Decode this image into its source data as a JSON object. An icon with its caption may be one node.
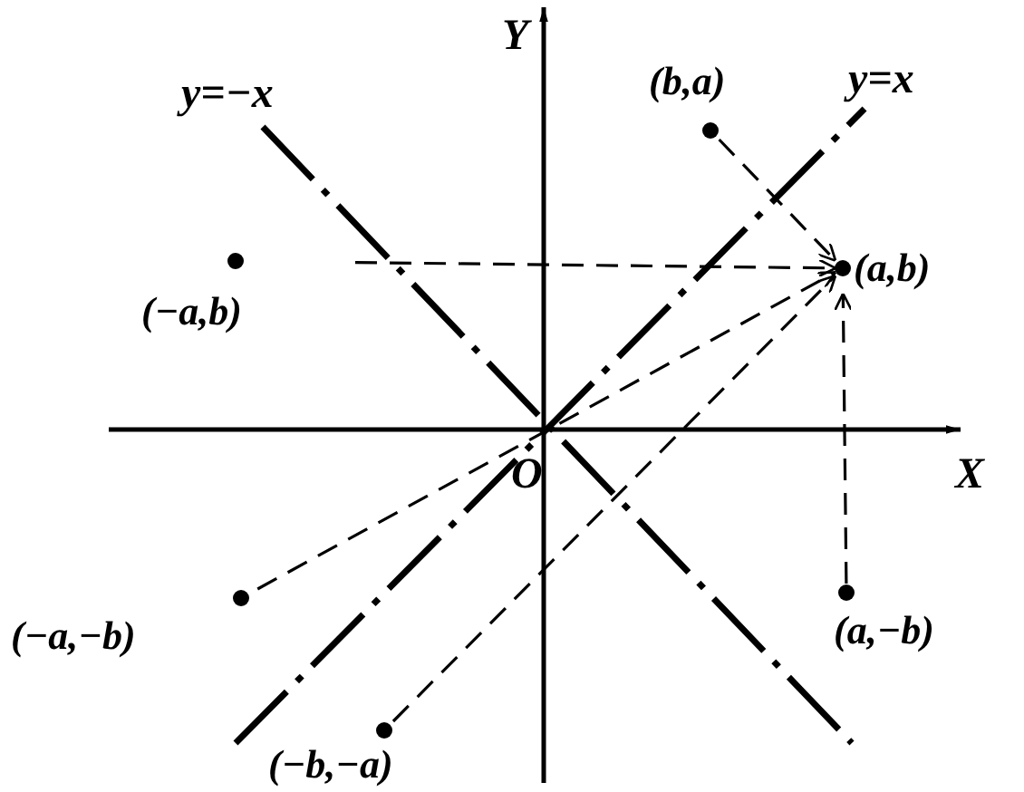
{
  "diagram": {
    "nodes": [
      {
        "text": [
          "(b,a)"
        ]
      },
      {
        "text": [
          "(a,b)"
        ]
      },
      {
        "text": [
          "(−a,b)"
        ]
      },
      {
        "text": [
          "(−a,−b)"
        ]
      },
      {
        "text": [
          "(a,−b)"
        ]
      },
      {
        "text": [
          "(−b,−a)"
        ]
      }
    ],
    "edges": [
      {
        "from": 0,
        "to": 1,
        "arrow": "to",
        "style": "dashed"
      },
      {
        "from": 2,
        "to": 1,
        "arrow": "to",
        "style": "dashed"
      },
      {
        "from": 3,
        "to": 1,
        "arrow": "to",
        "style": "dashed"
      },
      {
        "from": 5,
        "to": 1,
        "arrow": "to",
        "style": "dashed"
      },
      {
        "from": 4,
        "to": 1,
        "arrow": "to",
        "style": "dashed"
      }
    ],
    "labels": [
      "Y",
      "y=−x",
      "y=x",
      "X",
      "O"
    ]
  }
}
